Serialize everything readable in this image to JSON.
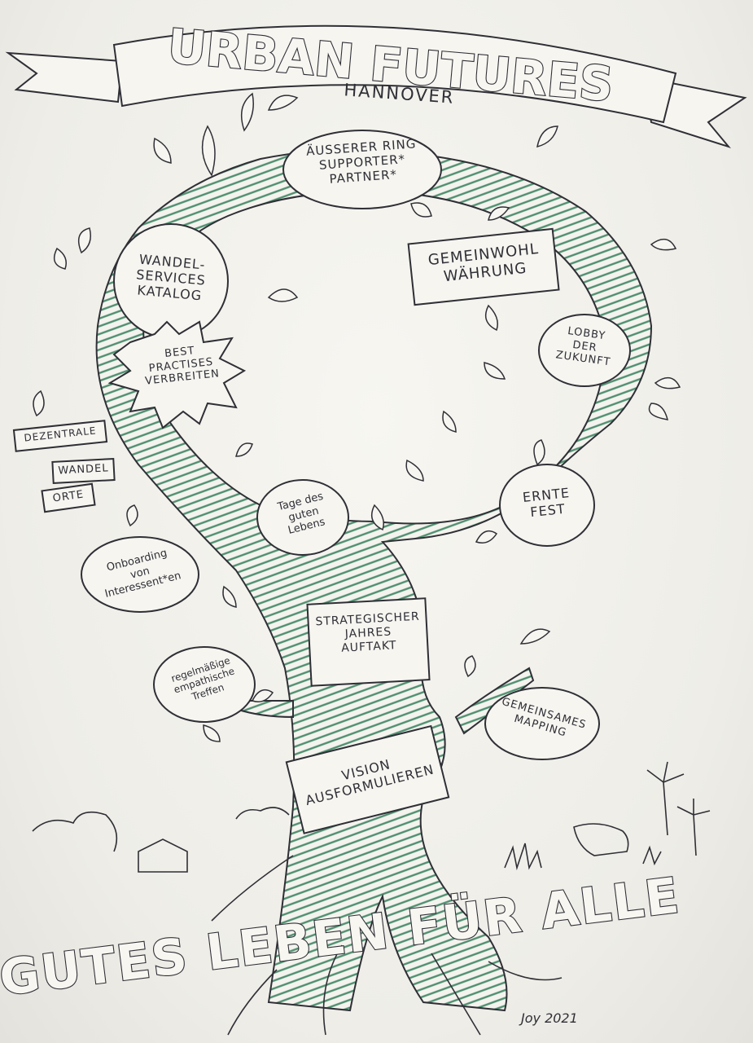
{
  "title": "URBAN FUTURES",
  "subtitle": "HANNOVER",
  "bottom_title": "GUTES LEBEN FÜR ALLE",
  "signature": "Joy 2021",
  "nodes": {
    "ausserer_ring": "ÄUSSERER RING\nSUPPORTER*\nPARTNER*",
    "gemeinwohl": "GEMEINWOHL\nWÄHRUNG",
    "wandel_services": "WANDEL-\nSERVICES\nKATALOG",
    "lobby": "LOBBY\nDER\nZUKUNFT",
    "best_practises": "BEST\nPRACTISES\nVERBREITEN",
    "dezentrale": "DEZENTRALE",
    "wandel": "WANDEL",
    "orte": "ORTE",
    "ernte_fest": "ERNTE\nFEST",
    "tage_des_guten_lebens": "Tage des\nguten\nLebens",
    "onboarding": "Onboarding\nvon\nInteressent*en",
    "strategischer": "STRATEGISCHER\nJAHRES\nAUFTAKT",
    "regelmaessige": "regelmäßige\nempathische\nTreffen",
    "gemeinsames_mapping": "GEMEINSAMES\nMAPPING",
    "vision": "VISION\nAUSFORMULIEREN"
  },
  "colors": {
    "ink": "#2f2f36",
    "tree_green": "#4f8f70",
    "paper": "#f5f4ef"
  }
}
